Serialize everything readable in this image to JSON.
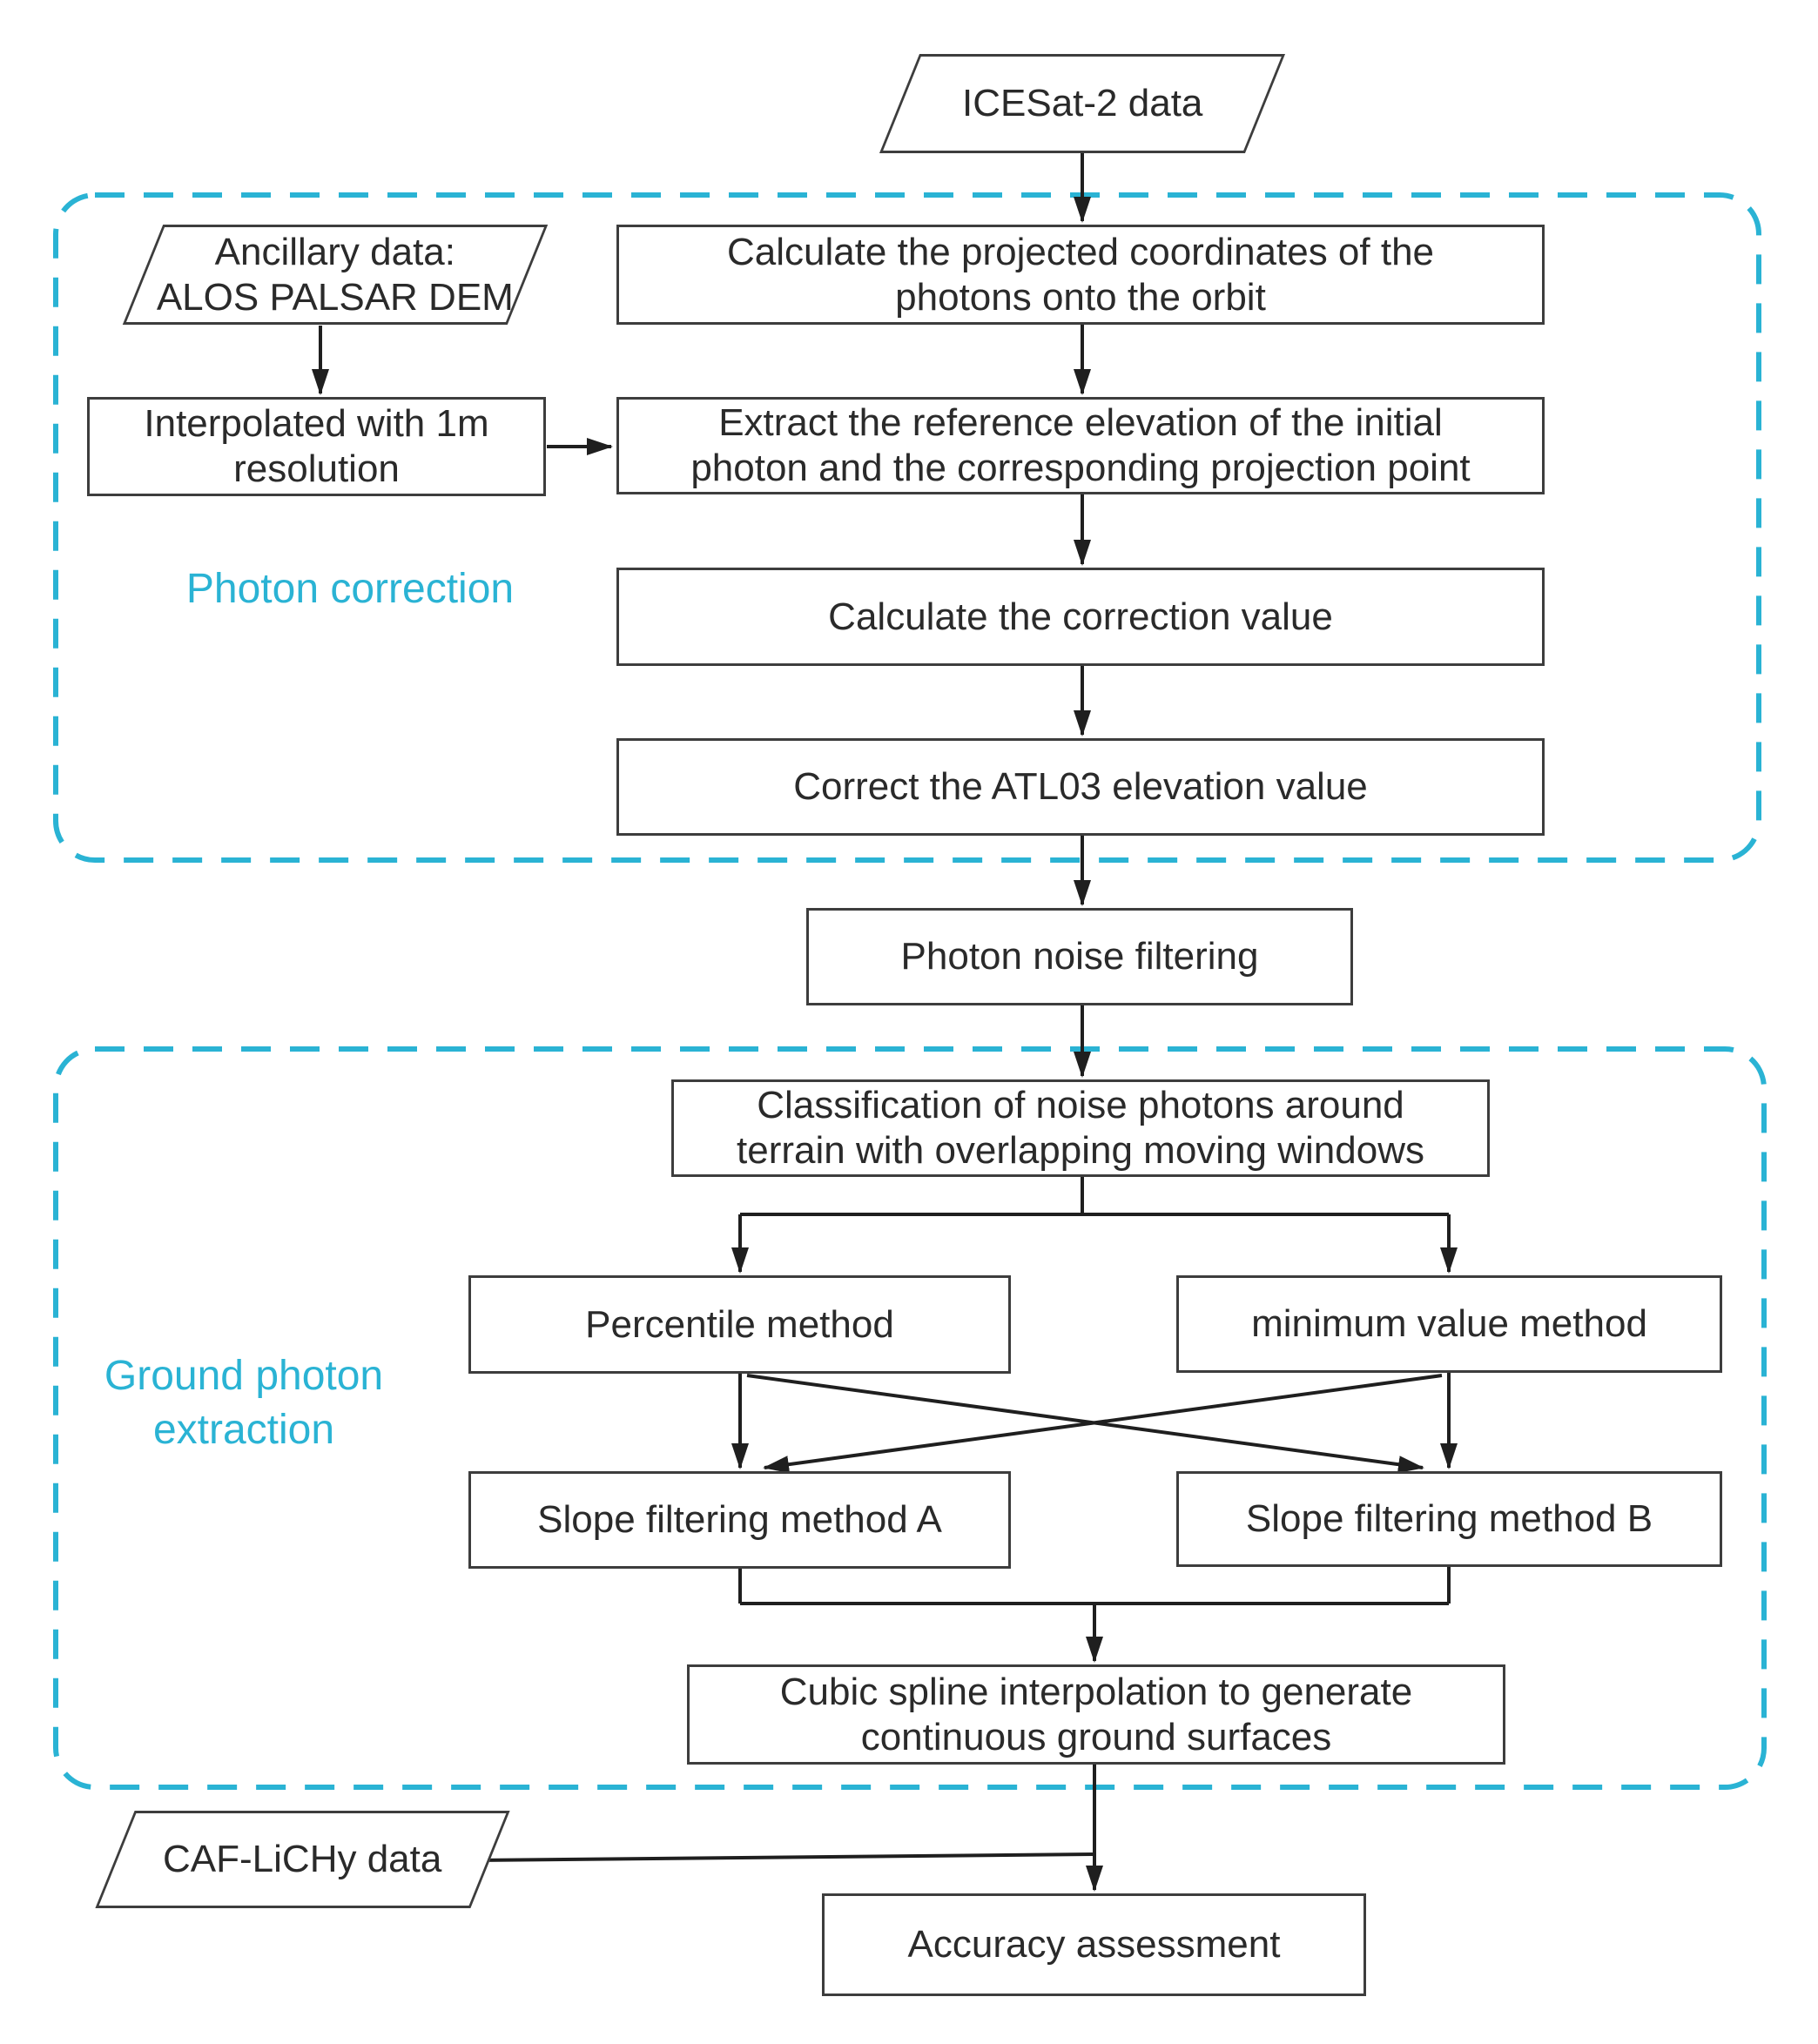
{
  "colors": {
    "accent": "#2ab3d4",
    "line": "#1f1f1f",
    "box-border": "#3d3d3d",
    "text": "#2a2a2a",
    "box-bg": "#ffffff"
  },
  "sections": {
    "photon_correction": {
      "label": "Photon correction"
    },
    "ground_extraction": {
      "label": "Ground photon\nextraction"
    }
  },
  "nodes": {
    "icesat": "ICESat-2 data",
    "ancillary": "Ancillary data:\nALOS PALSAR DEM",
    "calc_projected": "Calculate the projected coordinates of the\nphotons onto the orbit",
    "interpolated": "Interpolated with 1m\nresolution",
    "extract": "Extract the reference elevation of the initial\nphoton and the corresponding projection point",
    "calc_correction": "Calculate the correction value",
    "correct_atl03": "Correct the ATL03 elevation value",
    "noise_filtering": "Photon noise filtering",
    "classification": "Classification of noise photons around\nterrain with overlapping moving windows",
    "percentile": "Percentile method",
    "minimum": "minimum value method",
    "slope_a": "Slope filtering method A",
    "slope_b": "Slope filtering method B",
    "cubic": "Cubic spline interpolation to generate\ncontinuous ground surfaces",
    "caf": "CAF-LiCHy data",
    "accuracy": "Accuracy assessment"
  }
}
